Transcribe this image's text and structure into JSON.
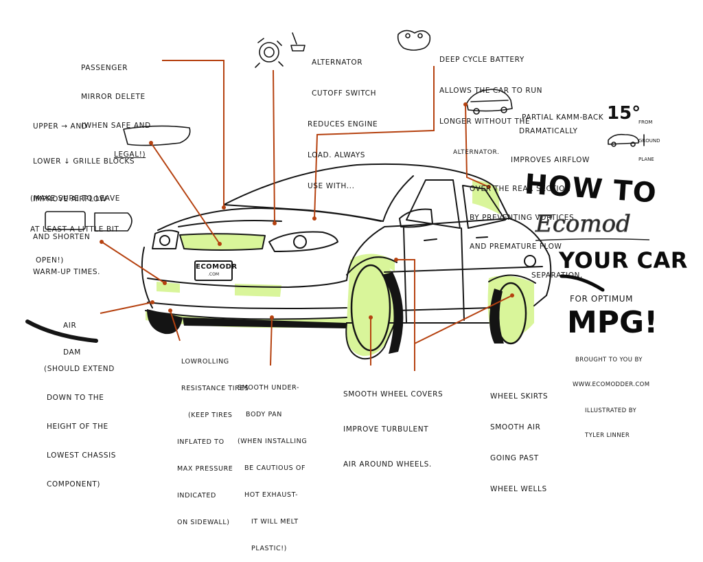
{
  "title": {
    "line1": "HOW TO",
    "brand": "Ecomod",
    "line3": "YOUR CAR",
    "for": "FOR OPTIMUM",
    "mpg": "MPG!",
    "credit": [
      "BROUGHT TO YOU BY",
      "WWW.ECOMODDER.COM",
      "ILLUSTRATED BY",
      "TYLER LINNER"
    ]
  },
  "plate": {
    "main": "ECOMODR",
    "sub": ".COM"
  },
  "angle": {
    "value": "15°",
    "note": [
      "FROM",
      "GROUND",
      "PLANE"
    ]
  },
  "annotations": {
    "mirror": [
      "PASSENGER",
      "MIRROR DELETE",
      "(WHEN SAFE AND",
      "LEGAL!)"
    ],
    "alternator": [
      "ALTERNATOR",
      "CUTOFF SWITCH",
      "REDUCES ENGINE",
      "LOAD. ALWAYS",
      "USE WITH..."
    ],
    "battery": [
      "DEEP CYCLE BATTERY",
      "ALLOWS THE CAR TO RUN",
      "LONGER WITHOUT THE",
      "ALTERNATOR."
    ],
    "kamm_head": [
      "PARTIAL KAMM-BACK"
    ],
    "kamm_body": [
      "DRAMATICALLY",
      "IMPROVES AIRFLOW",
      "OVER THE REAR SECTION",
      "BY PREVENTING VORTICES",
      "AND PREMATURE FLOW",
      "SEPARATION."
    ],
    "grille": [
      "UPPER → AND",
      "LOWER ↓ GRILLE BLOCKS",
      "IMPROVE AIRFLOW",
      "AND SHORTEN",
      "WARM-UP TIMES."
    ],
    "grille_note": [
      "(MAKE SURE TO LEAVE",
      "AT LEAST A LITTLE BIT",
      "OPEN!)"
    ],
    "air_dam": [
      "AIR",
      "DAM"
    ],
    "air_dam_note": [
      "(SHOULD EXTEND",
      "DOWN TO THE",
      "HEIGHT OF THE",
      "LOWEST CHASSIS",
      "COMPONENT)"
    ],
    "tires": [
      "LOWROLLING",
      "RESISTANCE TIRES",
      "(KEEP TIRES",
      "INFLATED TO",
      "MAX PRESSURE",
      "INDICATED",
      "ON SIDEWALL)"
    ],
    "underpan": [
      "SMOOTH UNDER-",
      "BODY PAN",
      "(WHEN INSTALLING",
      "BE CAUTIOUS OF",
      "HOT EXHAUST-",
      "IT WILL MELT",
      "PLASTIC!)"
    ],
    "wheel_covers": [
      "SMOOTH WHEEL COVERS",
      "IMPROVE TURBULENT",
      "AIR AROUND WHEELS."
    ],
    "wheel_skirts": [
      "WHEEL SKIRTS",
      "SMOOTH AIR",
      "GOING PAST",
      "WHEEL WELLS"
    ]
  },
  "colors": {
    "highlight": "#d9f59a",
    "leader": "#b5410f",
    "ink": "#111111"
  }
}
